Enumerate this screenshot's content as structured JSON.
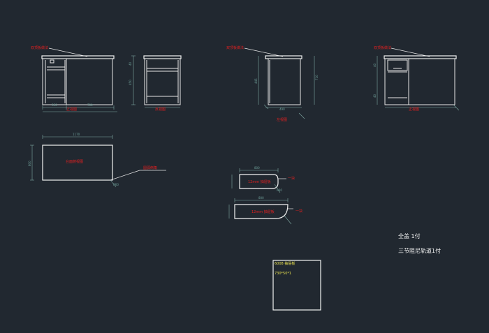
{
  "labels": {
    "top_note_1": "双顶板做法",
    "top_note_2": "双顶板做法",
    "top_note_3": "双顶板做法",
    "front_view_1": "正视图",
    "front_view_2": "反视图",
    "side_view": "左视图",
    "front_view_4": "正视图",
    "top_panel": "台面俯视图",
    "edge_note": "圆弧倒角",
    "drawer_1": "12mm 抽屉板",
    "drawer_2": "12mm 抽屉板",
    "qty_1": "一块",
    "qty_2": "一块",
    "hardware_1": "全盖 1付",
    "hardware_2": "三节阻尼轨道1付",
    "detail_code": "6008 抽屉板",
    "detail_size": "730*50*1"
  },
  "dims": {
    "d1": "1170",
    "d2": "800",
    "d3": "490",
    "d4": "800",
    "d5": "800",
    "d6": "R60",
    "d7": "R60",
    "d8": "350",
    "d9": "700",
    "d10": "710",
    "d11": "450",
    "d12": "445",
    "d13": "40",
    "d14": "40",
    "d15": "40"
  }
}
